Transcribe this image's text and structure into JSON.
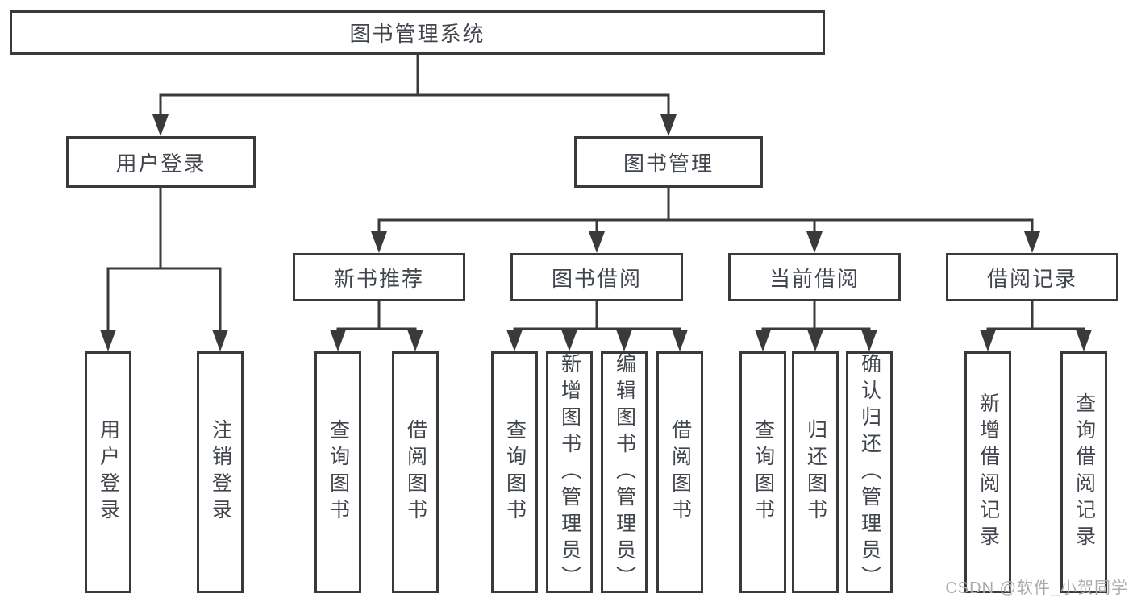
{
  "diagram": {
    "root": {
      "label": "图书管理系统",
      "children": [
        {
          "label": "用户登录",
          "children": [
            {
              "label": "用户登录"
            },
            {
              "label": "注销登录"
            }
          ]
        },
        {
          "label": "图书管理",
          "children": [
            {
              "label": "新书推荐",
              "children": [
                {
                  "label": "查询图书"
                },
                {
                  "label": "借阅图书"
                }
              ]
            },
            {
              "label": "图书借阅",
              "children": [
                {
                  "label": "查询图书"
                },
                {
                  "label": "新增图书（管理员）"
                },
                {
                  "label": "编辑图书（管理员）"
                },
                {
                  "label": "借阅图书"
                }
              ]
            },
            {
              "label": "当前借阅",
              "children": [
                {
                  "label": "查询图书"
                },
                {
                  "label": "归还图书"
                },
                {
                  "label": "确认归还（管理员）"
                }
              ]
            },
            {
              "label": "借阅记录",
              "children": [
                {
                  "label": "新增借阅记录"
                },
                {
                  "label": "查询借阅记录"
                }
              ]
            }
          ]
        }
      ]
    }
  },
  "watermark": {
    "text": "CSDN @软件_小贺同学"
  },
  "colors": {
    "line": "#3a3a3a",
    "text": "#41454c",
    "background": "#ffffff",
    "watermark": "#ababab"
  }
}
